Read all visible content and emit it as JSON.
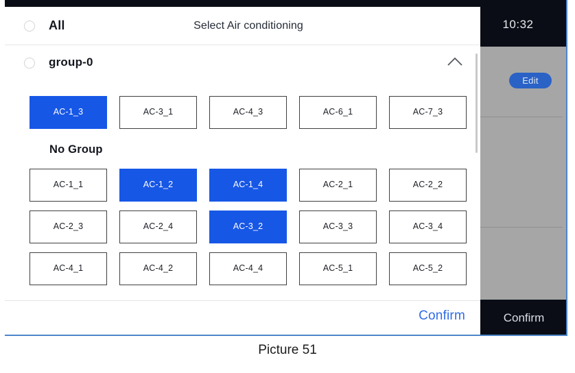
{
  "caption": "Picture 51",
  "device": {
    "statusbar": {
      "clock": "10:32"
    },
    "side_panel": {
      "edit_label": "Edit"
    },
    "bottom_bar": {
      "confirm_label": "Confirm"
    }
  },
  "dialog": {
    "title": "Select Air conditioning",
    "all_label": "All",
    "all_selected": false,
    "confirm_label": "Confirm",
    "groups": [
      {
        "name": "group-0",
        "selected": false,
        "expanded": true,
        "chevron": "chevron-up-icon",
        "tiles": [
          {
            "label": "AC-1_3",
            "selected": true
          },
          {
            "label": "AC-3_1",
            "selected": false
          },
          {
            "label": "AC-4_3",
            "selected": false
          },
          {
            "label": "AC-6_1",
            "selected": false
          },
          {
            "label": "AC-7_3",
            "selected": false
          }
        ]
      },
      {
        "name": "No Group",
        "selected": false,
        "expanded": true,
        "tiles": [
          {
            "label": "AC-1_1",
            "selected": false
          },
          {
            "label": "AC-1_2",
            "selected": true
          },
          {
            "label": "AC-1_4",
            "selected": true
          },
          {
            "label": "AC-2_1",
            "selected": false
          },
          {
            "label": "AC-2_2",
            "selected": false
          },
          {
            "label": "AC-2_3",
            "selected": false
          },
          {
            "label": "AC-2_4",
            "selected": false
          },
          {
            "label": "AC-3_2",
            "selected": true
          },
          {
            "label": "AC-3_3",
            "selected": false
          },
          {
            "label": "AC-3_4",
            "selected": false
          },
          {
            "label": "AC-4_1",
            "selected": false
          },
          {
            "label": "AC-4_2",
            "selected": false
          },
          {
            "label": "AC-4_4",
            "selected": false
          },
          {
            "label": "AC-5_1",
            "selected": false
          },
          {
            "label": "AC-5_2",
            "selected": false
          }
        ]
      }
    ]
  },
  "colors": {
    "accent_blue": "#1757e6",
    "link_blue": "#2f6ce5",
    "edit_blue": "#2a62c6",
    "panel_gray": "#a6a6a6",
    "dark": "#0a0d16"
  }
}
